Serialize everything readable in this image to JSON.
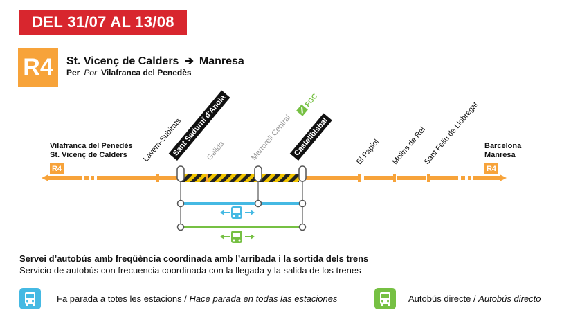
{
  "banner": {
    "text": "DEL 31/07 AL 13/08"
  },
  "line": {
    "badge": "R4",
    "color": "#f7a33a"
  },
  "route": {
    "origin": "St. Vicenç de Calders",
    "destination": "Manresa",
    "via_ca": "Per",
    "via_es": "Por",
    "via_station": "Vilafranca del Penedès"
  },
  "termini": {
    "left": [
      "Vilafranca del Penedès",
      "St. Vicenç de Calders"
    ],
    "left_badge": "R4",
    "right": [
      "Barcelona",
      "Manresa"
    ],
    "right_badge": "R4"
  },
  "stations": [
    {
      "name": "Lavern-Subirats",
      "style": "normal"
    },
    {
      "name": "Sant Sadurní d'Anoia",
      "style": "highlight"
    },
    {
      "name": "Gelida",
      "style": "closed"
    },
    {
      "name": "Martorell Central",
      "style": "closed"
    },
    {
      "name": "Castellbisbal",
      "style": "highlight"
    },
    {
      "name": "El Papiol",
      "style": "normal"
    },
    {
      "name": "Molins de Rei",
      "style": "normal"
    },
    {
      "name": "Sant Feliu de Llobregat",
      "style": "normal"
    }
  ],
  "fgc_label": "FGC",
  "bus_note": {
    "ca": "Servei d’autobús amb freqüència coordinada amb l’arribada i la sortida dels trens",
    "es": "Servicio de autobús con frecuencia coordinada con la llegada y la salida de los trenes"
  },
  "legend": {
    "all_stops_ca": "Fa parada a totes les estacions /",
    "all_stops_es": "Hace parada en todas las estaciones",
    "direct_ca": "Autobús directe /",
    "direct_es": "Autobús directo",
    "all_stops_color": "#45b9e3",
    "direct_color": "#76c043"
  },
  "colors": {
    "banner": "#d8262e",
    "closed_hatch_yellow": "#f2c500",
    "closed_hatch_black": "#222222"
  }
}
